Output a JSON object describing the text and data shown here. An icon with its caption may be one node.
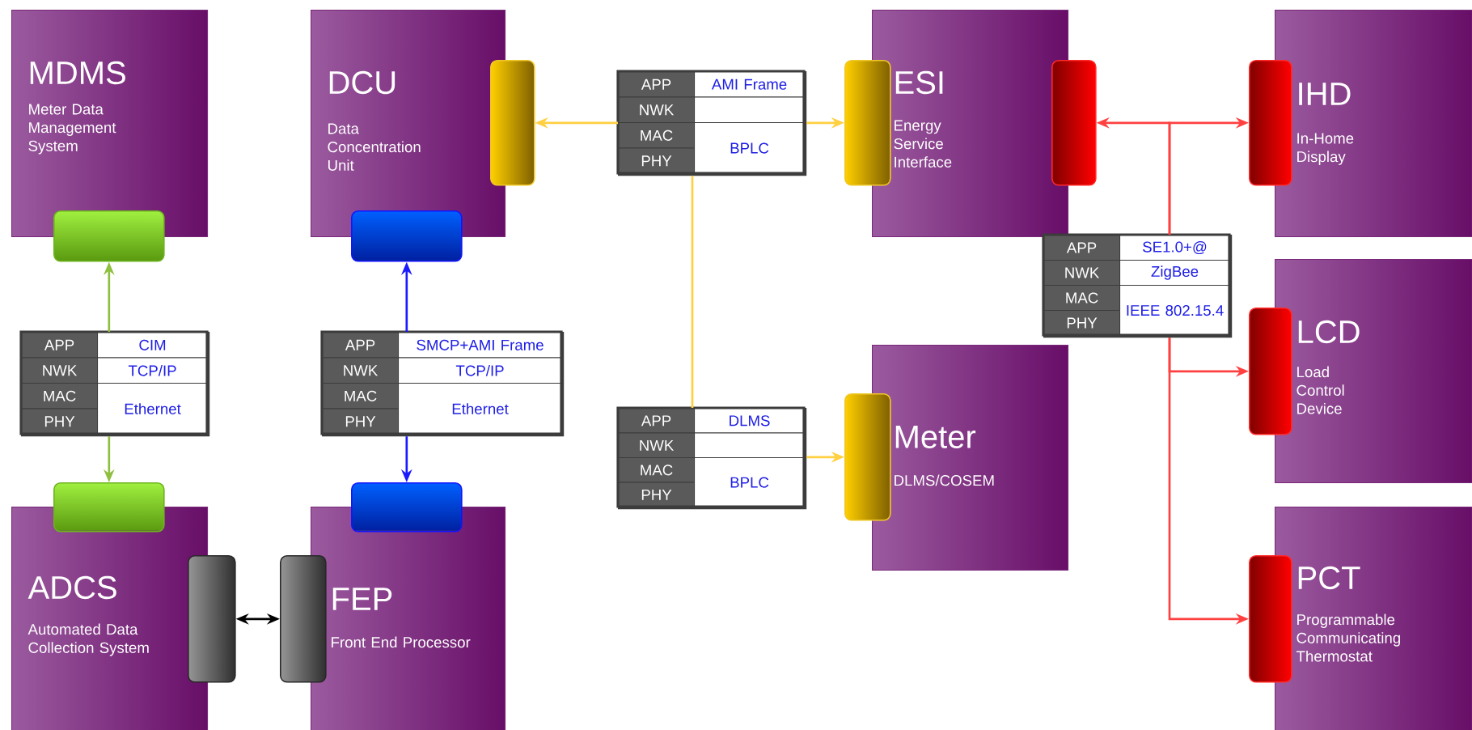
{
  "diagram": {
    "nodes": [
      {
        "text": [
          "MDMS",
          "Meter Data Management System"
        ]
      },
      {
        "text": [
          "DCU",
          "Data Concentration Unit"
        ]
      },
      {
        "text": [
          "ESI",
          "Energy Service Interface"
        ]
      },
      {
        "text": [
          "IHD",
          "In-Home Display"
        ]
      },
      {
        "text": [
          "LCD",
          "Load Control Device"
        ]
      },
      {
        "text": [
          "Meter",
          "DLMS/COSEM"
        ]
      },
      {
        "text": [
          "ADCS",
          "Automated Data Collection System"
        ]
      },
      {
        "text": [
          "FEP",
          "Front End Processor"
        ]
      },
      {
        "text": [
          "PCT",
          "Programmable Communicating Thermostat"
        ]
      },
      {
        "text": [],
        "shape": "box"
      },
      {
        "text": [],
        "shape": "box"
      },
      {
        "text": [],
        "shape": "box"
      },
      {
        "text": [],
        "shape": "box"
      },
      {
        "text": [],
        "shape": "box"
      },
      {
        "text": [],
        "shape": "box"
      },
      {
        "text": [],
        "shape": "box"
      },
      {
        "text": [],
        "shape": "box"
      },
      {
        "text": [],
        "shape": "box"
      },
      {
        "text": [],
        "shape": "box"
      },
      {
        "text": [],
        "shape": "box"
      },
      {
        "text": [],
        "shape": "box"
      },
      {
        "text": [],
        "shape": "box"
      },
      {
        "text": [
          "APP",
          "CIM",
          "NWK",
          "TCP/IP",
          "MAC",
          "PHY",
          "Ethernet"
        ]
      },
      {
        "text": [
          "APP",
          "SMCP+AMI Frame",
          "NWK",
          "TCP/IP",
          "MAC",
          "PHY",
          "Ethernet"
        ]
      },
      {
        "text": [
          "APP",
          "AMI Frame",
          "NWK",
          "MAC",
          "PHY",
          "BPLC"
        ]
      },
      {
        "text": [
          "APP",
          "DLMS",
          "NWK",
          "MAC",
          "PHY",
          "BPLC"
        ]
      },
      {
        "text": [
          "APP",
          "SE1.0+@",
          "NWK",
          "ZigBee",
          "MAC",
          "PHY",
          "IEEE 802.15.4"
        ]
      }
    ],
    "edges": [
      {
        "from": 22,
        "to": 9,
        "arrow": "to",
        "color": "#8fbf3f"
      },
      {
        "from": 22,
        "to": 17,
        "arrow": "to",
        "color": "#8fbf3f"
      },
      {
        "from": 23,
        "to": 11,
        "arrow": "to",
        "color": "#1a1aff"
      },
      {
        "from": 23,
        "to": 19,
        "arrow": "to",
        "color": "#1a1aff"
      },
      {
        "from": 24,
        "to": 10,
        "arrow": "to",
        "color": "#ffd040"
      },
      {
        "from": 24,
        "to": 12,
        "arrow": "to",
        "color": "#ffd040"
      },
      {
        "from": 24,
        "to": 25,
        "arrow": "none",
        "color": "#ffd040"
      },
      {
        "from": 25,
        "to": 16,
        "arrow": "to",
        "color": "#ffd040"
      },
      {
        "from": 18,
        "to": 20,
        "arrow": "both",
        "color": "#000000"
      },
      {
        "from": 26,
        "to": 13,
        "arrow": "to",
        "color": "#ff4040"
      },
      {
        "from": 26,
        "to": 14,
        "arrow": "to",
        "color": "#ff4040"
      },
      {
        "from": 26,
        "to": 15,
        "arrow": "to",
        "color": "#ff4040"
      },
      {
        "from": 26,
        "to": 21,
        "arrow": "to",
        "color": "#ff4040"
      }
    ]
  }
}
